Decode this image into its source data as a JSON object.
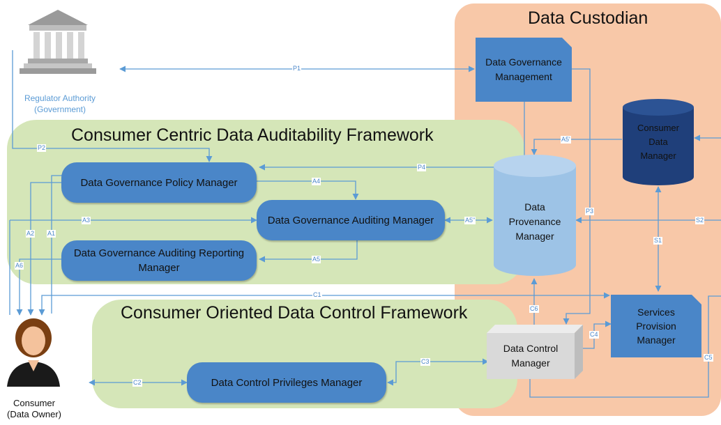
{
  "regions": {
    "data_custodian": "Data Custodian",
    "auditability_framework": "Consumer Centric Data Auditability Framework",
    "control_framework": "Consumer Oriented Data Control Framework"
  },
  "actors": {
    "regulator": [
      "Regulator Authority",
      "(Government)"
    ],
    "consumer": [
      "Consumer",
      "(Data Owner)"
    ]
  },
  "components": {
    "governance_management": [
      "Data Governance",
      "Management"
    ],
    "consumer_data_manager": [
      "Consumer",
      "Data",
      "Manager"
    ],
    "provenance_manager": [
      "Data",
      "Provenance",
      "Manager"
    ],
    "policy_manager": "Data Governance Policy Manager",
    "auditing_manager": "Data Governance Auditing Manager",
    "reporting_manager": [
      "Data Governance Auditing Reporting",
      "Manager"
    ],
    "control_privileges_manager": "Data Control Privileges Manager",
    "data_control_manager": [
      "Data Control",
      "Manager"
    ],
    "services_provision_manager": [
      "Services",
      "Provision",
      "Manager"
    ]
  },
  "edge_labels": {
    "p1": "P1",
    "p2": "P2",
    "p3": "P3",
    "p4": "P4",
    "a1": "A1",
    "a2": "A2",
    "a3": "A3",
    "a4": "A4",
    "a5": "A5",
    "a5_prime": "A5'",
    "a5_dprime": "A5\"",
    "a6": "A6",
    "c1": "C1",
    "c2": "C2",
    "c3": "C3",
    "c4": "C4",
    "c5": "C5",
    "c6": "C6",
    "s1": "S1",
    "s2": "S2"
  },
  "colors": {
    "custodian_fill": "#f8c8a8",
    "framework_fill": "#d5e6b8",
    "component_fill": "#4a86c8",
    "consumer_db_fill": "#1f3f7a",
    "provenance_fill": "#9dc3e6",
    "control_box_fill": "#d9d9d9",
    "line": "#5b9bd5",
    "caption": "#5b9bd5"
  }
}
